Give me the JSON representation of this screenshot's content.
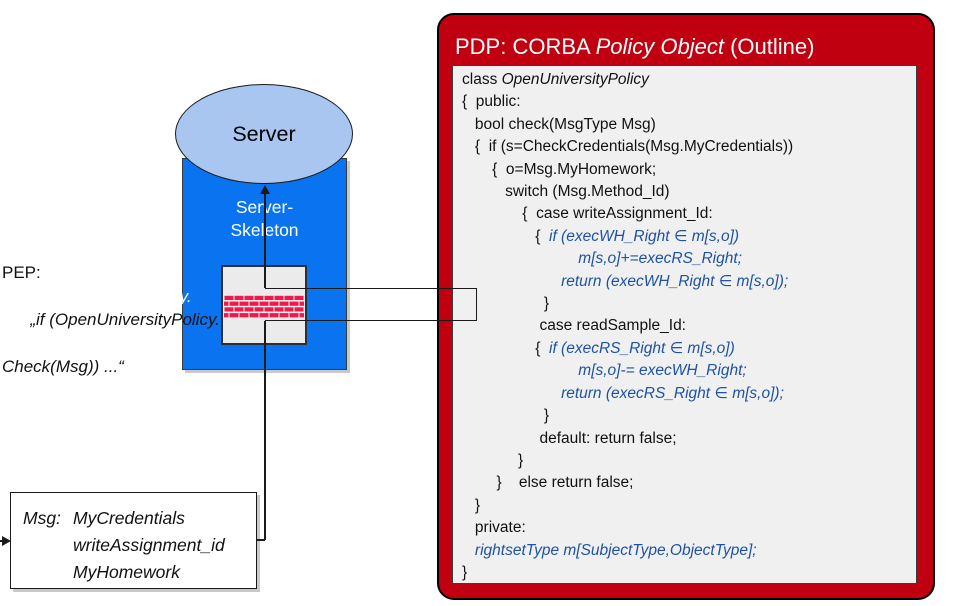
{
  "pep": {
    "label": "PEP:",
    "quote_line1": "„if (OpenUniversityPolicy.",
    "quote_line2": "Check(Msg)) ...“"
  },
  "server": {
    "title": "Server",
    "skeleton": [
      "Server-",
      "Skeleton"
    ]
  },
  "msg": {
    "label": "Msg:",
    "fields": [
      "MyCredentials",
      "writeAssignment_id",
      "MyHomework"
    ]
  },
  "pdp": {
    "title_segments": [
      {
        "t": "PDP: CORBA ",
        "s": "n"
      },
      {
        "t": "Policy Object",
        "s": "i"
      },
      {
        "t": " (Outline)",
        "s": "n"
      }
    ],
    "code_lines": [
      [
        {
          "t": "class ",
          "s": "n"
        },
        {
          "t": "OpenUniversityPolicy",
          "s": "i"
        }
      ],
      [
        {
          "t": "{  public:",
          "s": "n"
        }
      ],
      [
        {
          "t": "   bool check(MsgType Msg)",
          "s": "n"
        }
      ],
      [
        {
          "t": "   {  if (s=CheckCredentials(Msg.MyCredentials))",
          "s": "n"
        }
      ],
      [
        {
          "t": "       {  o=Msg.MyHomework;",
          "s": "n"
        }
      ],
      [
        {
          "t": "          switch (Msg.Method_Id)",
          "s": "n"
        }
      ],
      [
        {
          "t": "              {  case writeAssignment_Id:",
          "s": "n"
        }
      ],
      [
        {
          "t": "                 {  ",
          "s": "n"
        },
        {
          "t": "if (execWH_Right ∈ m[s,o])",
          "s": "b"
        }
      ],
      [
        {
          "t": "                           ",
          "s": "n"
        },
        {
          "t": "m[s,o]+=execRS_Right;",
          "s": "b"
        }
      ],
      [
        {
          "t": "                       ",
          "s": "n"
        },
        {
          "t": "return (execWH_Right ∈ m[s,o]);",
          "s": "b"
        }
      ],
      [
        {
          "t": "                   }",
          "s": "n"
        }
      ],
      [
        {
          "t": "                  case readSample_Id:",
          "s": "n"
        }
      ],
      [
        {
          "t": "                 {  ",
          "s": "n"
        },
        {
          "t": "if (execRS_Right ∈ m[s,o])",
          "s": "b"
        }
      ],
      [
        {
          "t": "                           ",
          "s": "n"
        },
        {
          "t": "m[s,o]-= execWH_Right;",
          "s": "b"
        }
      ],
      [
        {
          "t": "                       ",
          "s": "n"
        },
        {
          "t": "return (execRS_Right ∈ m[s,o]);",
          "s": "b"
        }
      ],
      [
        {
          "t": "                   }",
          "s": "n"
        }
      ],
      [
        {
          "t": "                  default: return false;",
          "s": "n"
        }
      ],
      [
        {
          "t": "             }",
          "s": "n"
        }
      ],
      [
        {
          "t": "        }    else return false;",
          "s": "n"
        }
      ],
      [
        {
          "t": "   }",
          "s": "n"
        }
      ],
      [
        {
          "t": "   private:",
          "s": "n"
        }
      ],
      [
        {
          "t": "   ",
          "s": "n"
        },
        {
          "t": "rightsetType m[SubjectType,ObjectType];",
          "s": "b"
        }
      ],
      [
        {
          "t": "}",
          "s": "n"
        }
      ]
    ]
  },
  "colors": {
    "pdp_red": "#c00010",
    "skeleton_blue": "#0a73f0",
    "ellipse_blue": "#a9c6f1",
    "brick_red": "#ee1a4d",
    "code_blue": "#1d52a5",
    "panel_gray": "#f0f0f0"
  }
}
